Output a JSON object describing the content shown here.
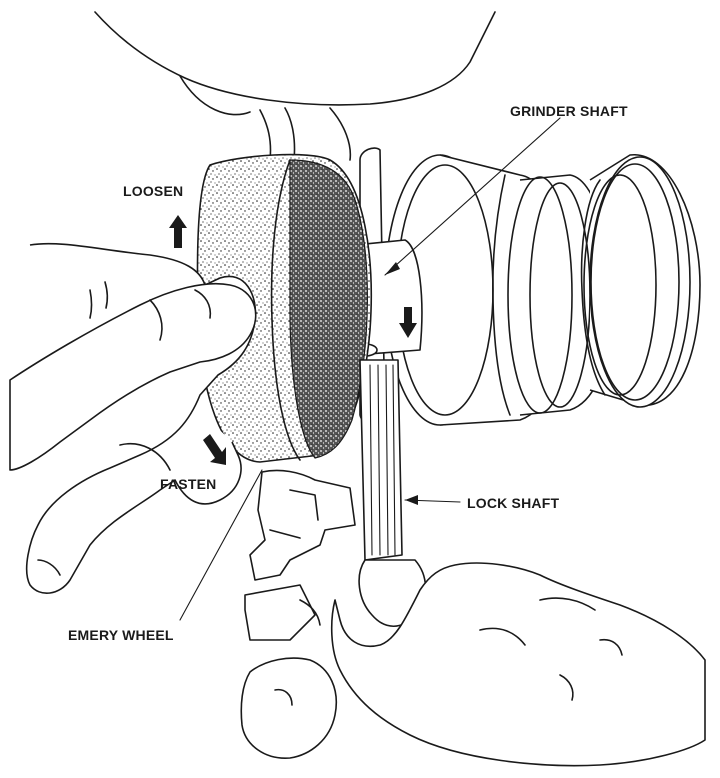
{
  "labels": {
    "grinder_shaft": "GRINDER SHAFT",
    "loosen": "LOOSEN",
    "fasten": "FASTEN",
    "lock_shaft": "LOCK SHAFT",
    "emery_wheel": "EMERY WHEEL"
  },
  "colors": {
    "ink": "#1a1a1a",
    "paper": "#ffffff"
  }
}
